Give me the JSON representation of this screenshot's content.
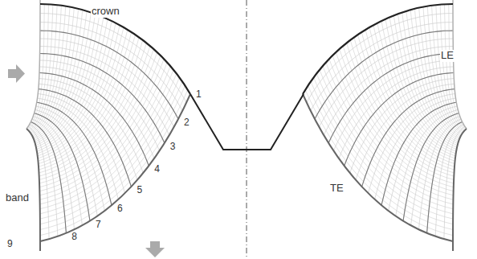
{
  "diagram": {
    "labels": [
      "crown",
      "1",
      "2",
      "3",
      "4",
      "5",
      "6",
      "7",
      "8",
      "9",
      "band",
      "LE",
      "TE"
    ]
  }
}
